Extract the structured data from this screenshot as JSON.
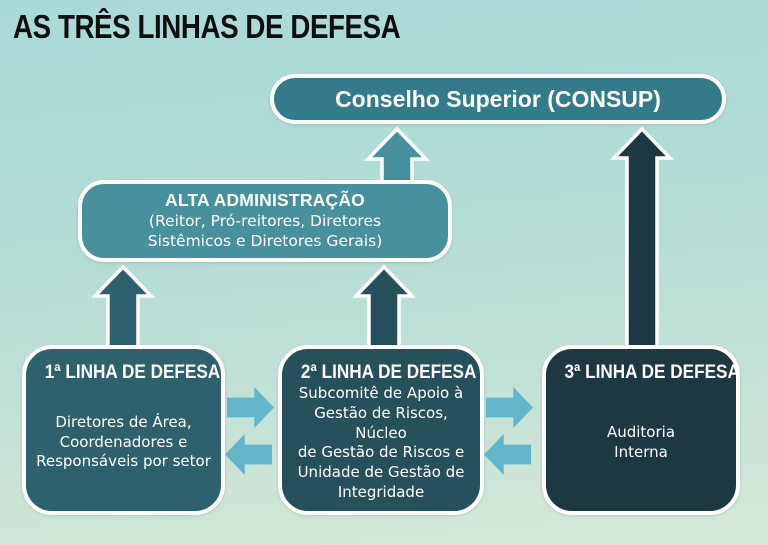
{
  "title": "AS TRÊS LINHAS DE DEFESA",
  "consup": {
    "label": "Conselho Superior (CONSUP)"
  },
  "alta": {
    "title": "ALTA ADMINISTRAÇÃO",
    "subtitle": "(Reitor, Pró-reitores, Diretores\nSistêmicos e Diretores Gerais)"
  },
  "lines": [
    {
      "title": "1ª LINHA DE DEFESA",
      "body": "Diretores de Área,\nCoordenadores e\nResponsáveis por setor"
    },
    {
      "title": "2ª LINHA DE DEFESA",
      "body": "Subcomitê de Apoio à\nGestão de Riscos, Núcleo\nde Gestão de Riscos e\nUnidade de Gestão de\nIntegridade"
    },
    {
      "title": "3ª LINHA DE DEFESA",
      "body": "Auditoria\nInterna"
    }
  ],
  "icons": {
    "up_arrows": [
      "alta-to-consup-arrow",
      "line3-to-consup-arrow",
      "line1-to-alta-arrow",
      "line2-to-alta-arrow"
    ],
    "flow_arrows": [
      "line1-line2-right-arrow",
      "line2-line1-left-arrow",
      "line2-line3-right-arrow",
      "line3-line2-left-arrow"
    ]
  },
  "colors": {
    "consup": "#337b8b",
    "alta": "#47909d",
    "box1": "#2e616d",
    "box2": "#26505c",
    "box3": "#1c3942",
    "flow": "#63b6ca",
    "outline": "#ffffff",
    "bg_top": "#aadad7",
    "bg_bottom": "#d6e8d8",
    "title_text": "#0e0e0e"
  }
}
